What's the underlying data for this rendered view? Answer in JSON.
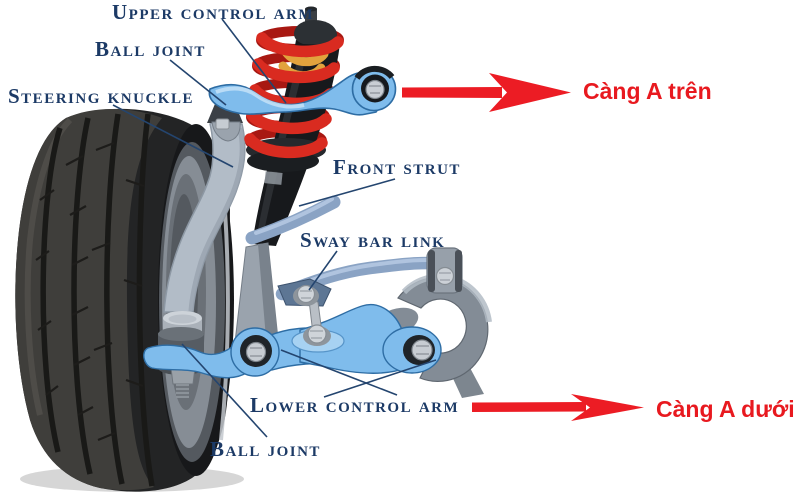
{
  "diagram": {
    "labels": {
      "upper_control_arm": "Upper control arm",
      "ball_joint_top": "Ball joint",
      "steering_knuckle": "Steering knuckle",
      "front_strut": "Front strut",
      "sway_bar_link": "Sway bar link",
      "lower_control_arm": "Lower control arm",
      "ball_joint_bottom": "Ball joint"
    },
    "annotations_vi": {
      "upper": "Càng A trên",
      "lower": "Càng A dưới"
    },
    "colors": {
      "label_text": "#1c3a66",
      "annotation_text": "#e8191f",
      "arrow_red": "#ec1c24",
      "control_arm_blue": "#7fbcec",
      "spring_red": "#d92b20",
      "background": "#ffffff"
    }
  }
}
